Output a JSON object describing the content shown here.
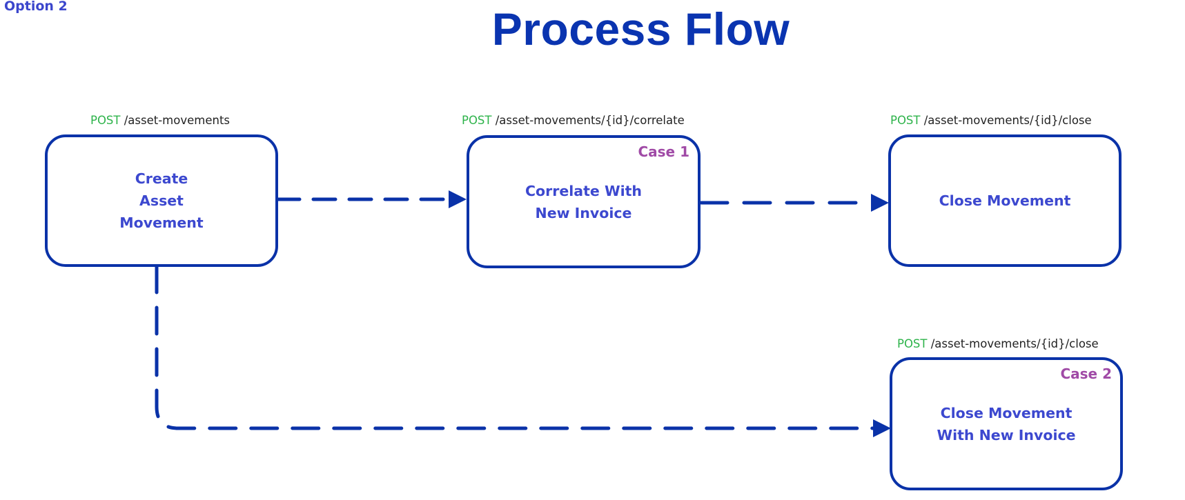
{
  "header": {
    "option_label": "Option 2",
    "title": "Process Flow"
  },
  "colors": {
    "title": "#0a34b0",
    "node_border": "#0a32a8",
    "node_text": "#3c48cf",
    "connector": "#0a32a8",
    "http_method": "#2db34a",
    "endpoint_path": "#222222",
    "case_badge": "#a04aa6"
  },
  "nodes": [
    {
      "id": "create",
      "title": "Create\nAsset\nMovement",
      "method": "POST",
      "path": " /asset-movements",
      "case": ""
    },
    {
      "id": "correlate",
      "title": "Correlate With\nNew Invoice",
      "method": "POST",
      "path": " /asset-movements/{id}/correlate",
      "case": "Case 1"
    },
    {
      "id": "close",
      "title": "Close Movement",
      "method": "POST",
      "path": " /asset-movements/{id}/close",
      "case": ""
    },
    {
      "id": "close-with-invoice",
      "title": "Close Movement\nWith New Invoice",
      "method": "POST",
      "path": " /asset-movements/{id}/close",
      "case": "Case 2"
    }
  ],
  "edges": [
    {
      "from": "create",
      "to": "correlate",
      "style": "dashed",
      "arrow": "end"
    },
    {
      "from": "correlate",
      "to": "close",
      "style": "dashed",
      "arrow": "end"
    },
    {
      "from": "create",
      "to": "close-with-invoice",
      "style": "dashed",
      "arrow": "end"
    }
  ]
}
